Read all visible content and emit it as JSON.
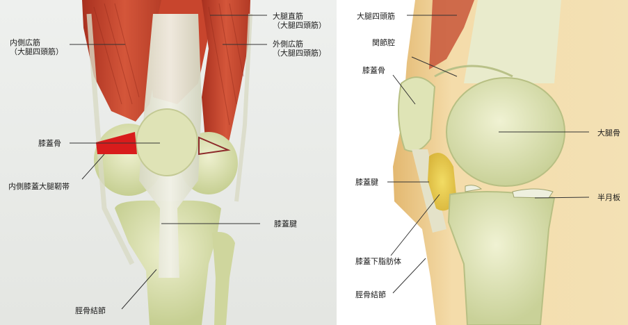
{
  "left_labels": {
    "vastus_medialis": "内側広筋",
    "vastus_medialis_sub": "（大腿四頭筋）",
    "rectus_femoris": "大腿直筋",
    "rectus_femoris_sub": "（大腿四頭筋）",
    "vastus_lateralis": "外側広筋",
    "vastus_lateralis_sub": "（大腿四頭筋）",
    "patella": "膝蓋骨",
    "mpfl": "内側膝蓋大腿靭帯",
    "patellar_tendon": "膝蓋腱",
    "tibial_tuberosity": "脛骨結節"
  },
  "right_labels": {
    "quadriceps": "大腿四頭筋",
    "joint_cavity": "関節腔",
    "patella": "膝蓋骨",
    "femur": "大腿骨",
    "patellar_tendon": "膝蓋腱",
    "meniscus": "半月板",
    "infrapatellar_fat_pad": "膝蓋下脂肪体",
    "tibial_tuberosity": "脛骨結節"
  },
  "colors": {
    "muscle": "#c8442e",
    "bone": "#d6dca8",
    "tendon": "#e6e6d4",
    "highlight": "#d81c1c",
    "fat": "#e8c84a",
    "skin": "#f1d7a0"
  }
}
